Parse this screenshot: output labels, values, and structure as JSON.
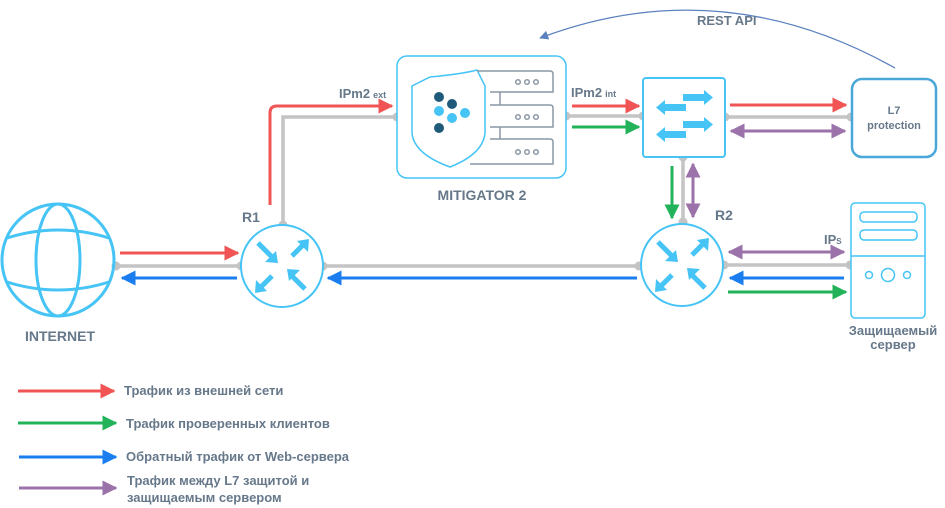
{
  "diagram": {
    "nodes": {
      "internet": {
        "label": "INTERNET"
      },
      "r1": {
        "label": "R1"
      },
      "r2": {
        "label": "R2"
      },
      "mitigator": {
        "label": "MITIGATOR 2"
      },
      "l7": {
        "label_line1": "L7",
        "label_line2": "protection"
      },
      "server": {
        "label_line1": "Защищаемый",
        "label_line2": "сервер"
      }
    },
    "link_labels": {
      "ipm2_ext": {
        "main": "IPm2",
        "sub": "ext"
      },
      "ipm2_int": {
        "main": "IPm2",
        "sub": "int"
      },
      "ips": {
        "main": "IP",
        "sub": "S"
      },
      "rest_api": "REST API"
    },
    "colors": {
      "external": "#f05454",
      "verified": "#22b35a",
      "return": "#1a7ef0",
      "l7_server": "#9b72aa",
      "link": "#c4c4c4",
      "icon": "#45c4f5",
      "rest_api": "#5b82be",
      "text": "#66788a"
    },
    "legend": [
      {
        "color_key": "external",
        "label": "Трафик из внешней сети"
      },
      {
        "color_key": "verified",
        "label": "Трафик проверенных клиентов"
      },
      {
        "color_key": "return",
        "label": "Обратный трафик от Web-сервера"
      },
      {
        "color_key": "l7_server",
        "label_line1": "Трафик между L7 защитой и",
        "label_line2": "защищаемым сервером"
      }
    ]
  }
}
